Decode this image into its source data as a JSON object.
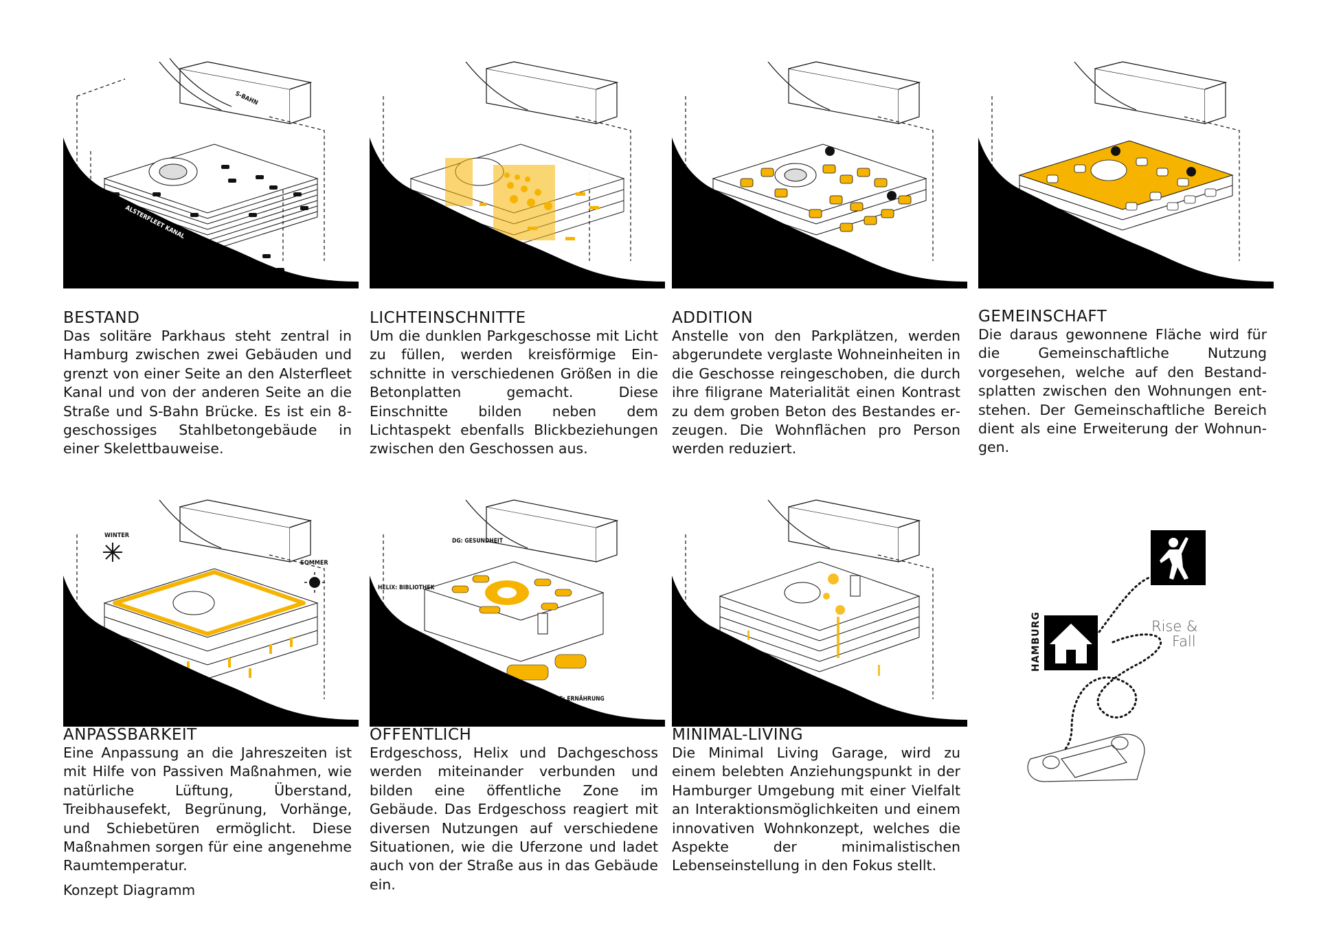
{
  "colors": {
    "accent": "#f6b400",
    "ink": "#111111",
    "ground": "#000000"
  },
  "panels": [
    {
      "id": "bestand",
      "title": "BESTAND",
      "text": "Das solitäre Parkhaus steht zentral in Hamburg zwischen zwei Gebäuden und grenzt von einer Seite an den Alsterfleet Kanal und von der anderen Seite an die Straße und S-Bahn Brücke. Es ist ein 8-geschossiges Stahlbetongebäude in einer Skelettbauweise.",
      "labels": {
        "sbahn": "S-BAHN",
        "canal": "ALSTERFLEET KANAL"
      }
    },
    {
      "id": "lichteinschnitte",
      "title": "LICHTEINSCHNITTE",
      "text": "Um die dunklen Parkgeschosse mit Licht zu füllen, werden kreisförmige Ein­schnitte in verschiedenen Größen in die Betonplatten gemacht. Diese Einschnitte bilden neben dem Lichtaspekt ebenfalls Blickbeziehungen zwischen den Geschos­sen aus."
    },
    {
      "id": "addition",
      "title": "ADDITION",
      "text": "Anstelle von den Parkplätzen, werden ab­gerundete verglaste Wohneinheiten in die Geschosse reingeschoben, die durch ihre filigrane Materialität einen Kontrast zu dem groben Beton des Bestandes er­zeugen. Die Wohnflächen pro Person werden reduziert."
    },
    {
      "id": "gemeinschaft",
      "title": "GEMEINSCHAFT",
      "text": "Die daraus gewonnene Fläche wird für die Gemeinschaftliche Nutzung vorgesehen, welche auf den Bestand­splatten zwischen den Wohnungen ent­stehen. Der Gemeinschaftliche Bereich dient als eine Erweiterung der Wohnun­gen."
    },
    {
      "id": "anpassbarkeit",
      "title": "ANPASSBARKEIT",
      "text": "Eine Anpassung an die Jahreszeiten ist mit Hilfe von Passiven Maßnahmen, wie natürliche Lüftung, Überstand, Treibhausefekt, Begrünung, Vorhänge, und Schiebetüren ermöglicht. Diese Maßnahmen sorgen für eine angenehme Raumtemperatur.",
      "labels": {
        "winter": "WINTER",
        "sommer": "SOMMER"
      }
    },
    {
      "id": "oeffentlich",
      "title": "ÖFFENTLICH",
      "text": "Erdgeschoss, Helix und Dachgeschoss werden miteinander verbunden und bilden eine öffentliche Zone im Gebäude. Das Erdgeschoss reagiert mit diversen Nutzungen auf verschiedene Situationen, wie die Uferzone und ladet auch von der Straße aus in das Gebäude ein.",
      "labels": {
        "dg": "DG: GESUNDHEIT",
        "helix": "HELIX: BIBLIOTHEK",
        "eg": "EG: ERNÄHRUNG"
      }
    },
    {
      "id": "minimal",
      "title": "MINIMAL-LIVING",
      "text": "Die Minimal Living Garage, wird zu einem belebten Anziehungspunkt in der Ham­burger Umgebung mit einer Vielfalt an In­teraktionsmöglichkeiten und einem inno­vativen Wohnkonzept, welches die As­pekte der minimalistischen Lebensein­stellung in den Fokus stellt."
    }
  ],
  "logo": {
    "city": "HAMBURG",
    "line1": "Rise &",
    "line2": "Fall"
  },
  "footer": "Konzept Diagramm"
}
